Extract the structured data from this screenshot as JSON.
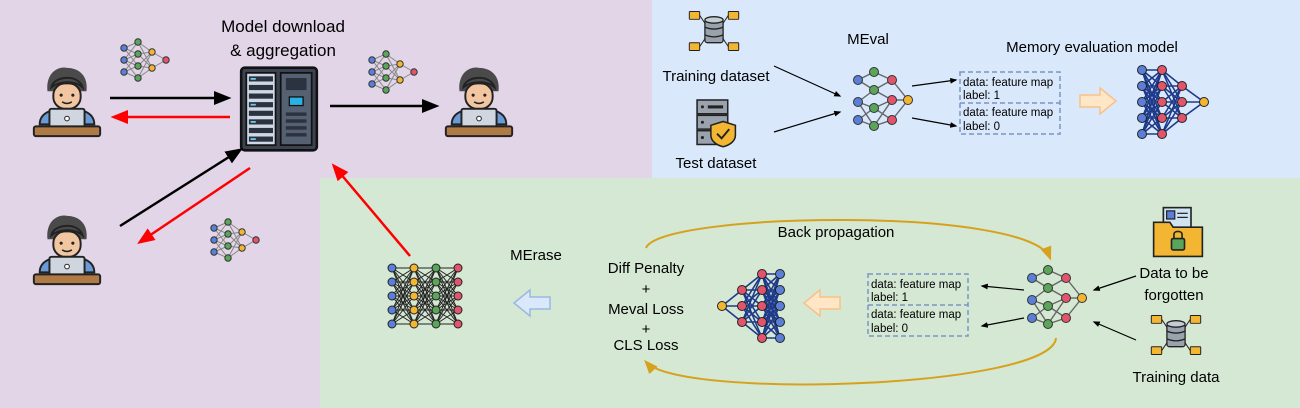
{
  "federated": {
    "title_line1": "Model download",
    "title_line2": "& aggregation"
  },
  "meval": {
    "title": "MEval",
    "training_dataset": "Training dataset",
    "test_dataset": "Test dataset",
    "memory_model": "Memory evaluation model",
    "box_top_line1": "data: feature map",
    "box_top_line2": "label: 1",
    "box_bottom_line1": "data: feature map",
    "box_bottom_line2": "label: 0"
  },
  "merase": {
    "title": "MErase",
    "back_propagation": "Back propagation",
    "loss_line1": "Diff Penalty",
    "plus1": "+",
    "loss_line2": "Meval Loss",
    "plus2": "+",
    "loss_line3": "CLS Loss",
    "box_top_line1": "data: feature map",
    "box_top_line2": "label: 1",
    "box_bottom_line1": "data: feature map",
    "box_bottom_line2": "label: 0",
    "forget_line1": "Data to be",
    "forget_line2": "forgotten",
    "training_data": "Training data"
  },
  "colors": {
    "purple_panel": "#e1d5e7",
    "blue_panel": "#dae8fc",
    "green_panel": "#d5e8d4",
    "red_arrow": "#ff0000",
    "gold_arrow": "#d6a21e",
    "navy": "#1e3a8a",
    "node_blue": "#5b7fd6",
    "node_green": "#5aa55a",
    "node_red": "#e0556b",
    "node_yellow": "#f2b632",
    "dashed_box": "#7b96c4"
  },
  "icons": [
    "person-laptop-icon",
    "server-rack-icon",
    "database-icon",
    "secure-server-icon",
    "folder-lock-icon",
    "neural-network-icon"
  ]
}
